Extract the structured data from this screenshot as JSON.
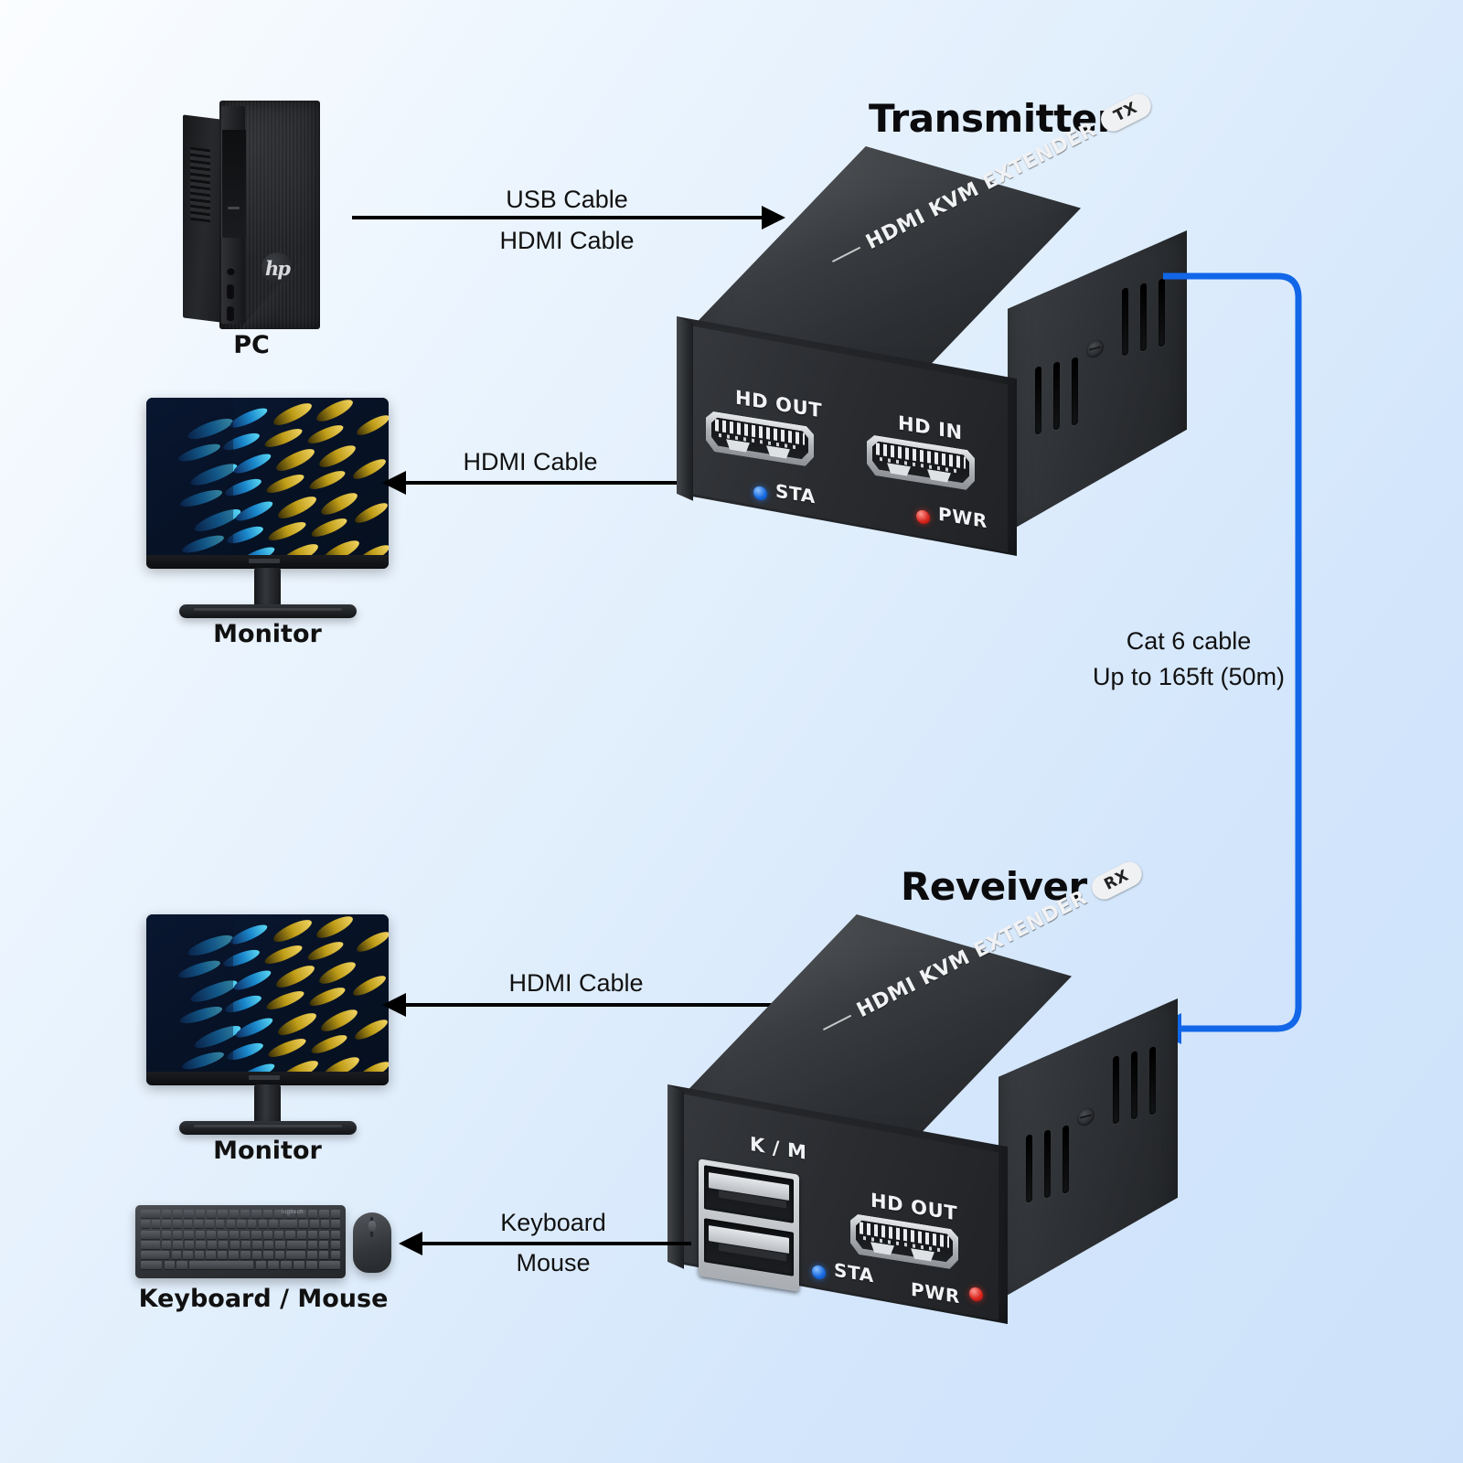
{
  "diagram": {
    "title_transmitter": "Transmitter",
    "title_receiver": "Reveiver"
  },
  "components": {
    "pc_label": "PC",
    "monitor_top_label": "Monitor",
    "monitor_bottom_label": "Monitor",
    "keyboard_mouse_label": "Keyboard / Mouse"
  },
  "connections": {
    "pc_to_tx_line1": "USB Cable",
    "pc_to_tx_line2": "HDMI Cable",
    "tx_to_monitor": "HDMI Cable",
    "rx_to_monitor": "HDMI Cable",
    "rx_to_km_line1": "Keyboard",
    "rx_to_km_line2": "Mouse",
    "cat6_line1": "Cat 6 cable",
    "cat6_line2": "Up to 165ft (50m)"
  },
  "transmitter": {
    "brand_text": "HDMI KVM EXTENDER",
    "badge": "TX",
    "ports": {
      "hd_out": "HD OUT",
      "hd_in": "HD IN"
    },
    "leds": {
      "sta": "STA",
      "pwr": "PWR"
    }
  },
  "receiver": {
    "brand_text": "HDMI KVM EXTENDER",
    "badge": "RX",
    "ports": {
      "km": "K / M",
      "hd_out": "HD OUT"
    },
    "leds": {
      "sta": "STA",
      "pwr": "PWR"
    }
  },
  "colors": {
    "cat6_cable": "#1266e8",
    "led_status": "#1668e0",
    "led_power": "#d8241c",
    "arrow": "#000000",
    "background_top": "#fbfdff",
    "background_bottom": "#cde2fa"
  }
}
